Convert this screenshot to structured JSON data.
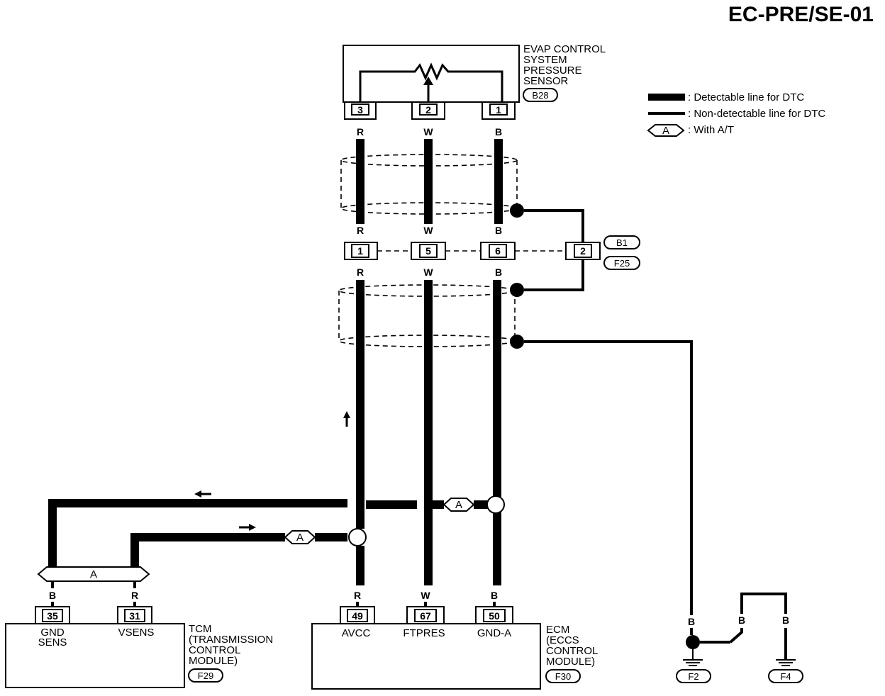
{
  "page_id": "EC-PRE/SE-01",
  "sensor": {
    "lines": [
      "EVAP CONTROL",
      "SYSTEM",
      "PRESSURE",
      "SENSOR"
    ],
    "connector": "B28",
    "pins": [
      "3",
      "2",
      "1"
    ],
    "wire_colors": [
      "R",
      "W",
      "B"
    ]
  },
  "legend": {
    "detectable": ": Detectable line for DTC",
    "non_detectable": ": Non-detectable line for DTC",
    "option_tag": "A",
    "option": ": With A/T"
  },
  "junction": {
    "pins": [
      "1",
      "5",
      "6",
      "2"
    ],
    "connectors": [
      "B1",
      "F25"
    ],
    "wire_colors_top": [
      "R",
      "W",
      "B"
    ],
    "wire_colors_bottom": [
      "R",
      "W",
      "B"
    ]
  },
  "option_tags": [
    "A",
    "A",
    "A"
  ],
  "tcm": {
    "lines": [
      "TCM",
      "(TRANSMISSION",
      "CONTROL",
      "MODULE)"
    ],
    "connector": "F29",
    "pins": [
      "35",
      "31"
    ],
    "pin_labels": [
      [
        "GND",
        "SENS"
      ],
      [
        "VSENS"
      ]
    ],
    "wire_colors": [
      "B",
      "R"
    ]
  },
  "ecm": {
    "lines": [
      "ECM",
      "(ECCS",
      "CONTROL",
      "MODULE)"
    ],
    "connector": "F30",
    "pins": [
      "49",
      "67",
      "50"
    ],
    "pin_labels": [
      "AVCC",
      "FTPRES",
      "GND-A"
    ],
    "wire_colors": [
      "R",
      "W",
      "B"
    ]
  },
  "ground": {
    "wire_colors": [
      "B",
      "B",
      "B"
    ],
    "connectors": [
      "F2",
      "F4"
    ]
  }
}
